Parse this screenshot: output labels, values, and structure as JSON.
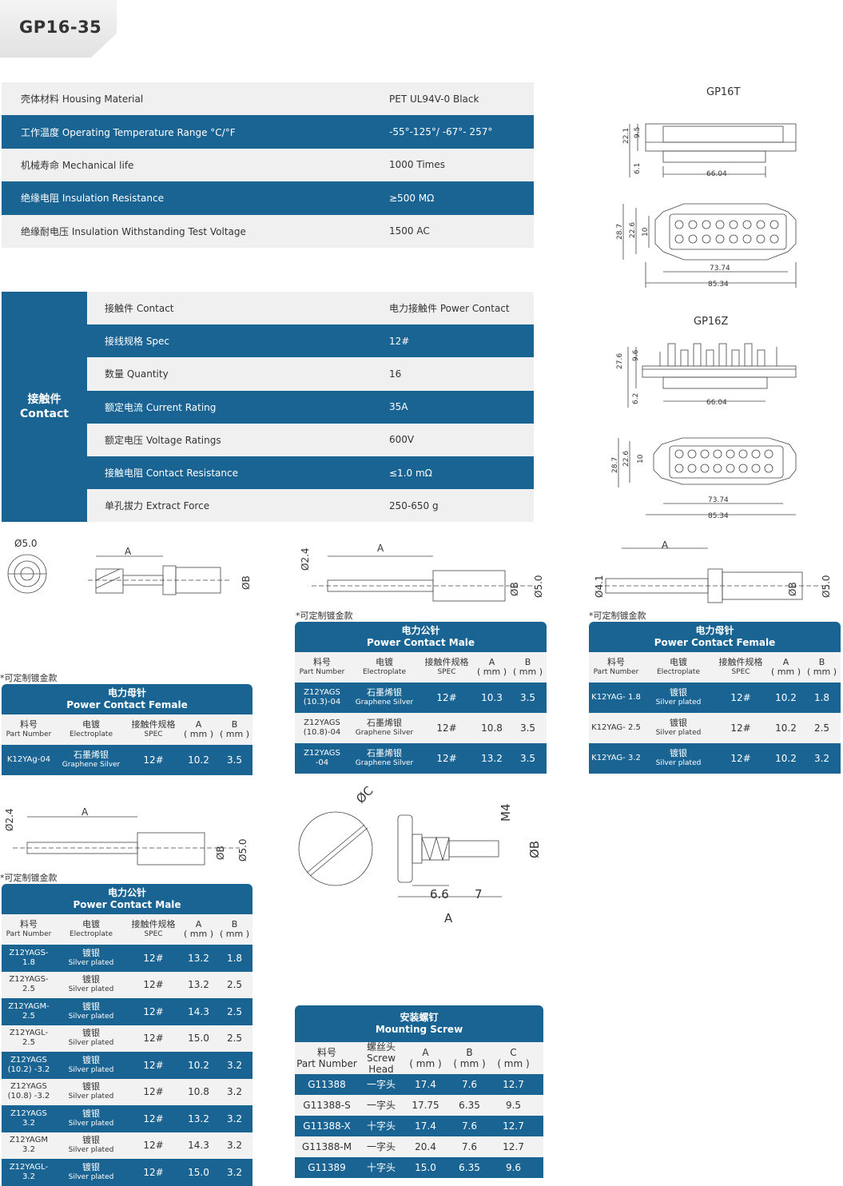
{
  "title": "GP16-35",
  "general_specs": [
    {
      "label": "壳体材料 Housing Material",
      "value": "PET UL94V-0 Black"
    },
    {
      "label": "工作温度 Operating Temperature Range °C/°F",
      "value": "-55°-125°/ -67°- 257°"
    },
    {
      "label": "机械寿命 Mechanical life",
      "value": "1000 Times"
    },
    {
      "label": "绝缘电阻 Insulation Resistance",
      "value": "≥500 MΩ"
    },
    {
      "label": "绝缘耐电压 Insulation Withstanding Test Voltage",
      "value": "1500 AC"
    }
  ],
  "contact_group_label": {
    "cn": "接触件",
    "en": "Contact"
  },
  "contact_specs": [
    {
      "label": "接触件 Contact",
      "value": "电力接触件 Power Contact"
    },
    {
      "label": "接线规格 Spec",
      "value": "12#"
    },
    {
      "label": "数量 Quantity",
      "value": "16"
    },
    {
      "label": "额定电流 Current Rating",
      "value": "35A"
    },
    {
      "label": "额定电压 Voltage Ratings",
      "value": "600V"
    },
    {
      "label": "接触电阻 Contact Resistance",
      "value": "≤1.0 mΩ"
    },
    {
      "label": "单孔拔力 Extract Force",
      "value": "250-650 g"
    }
  ],
  "drawings": {
    "gp16t": {
      "label": "GP16T",
      "dims": [
        "22.1",
        "9.5",
        "6.1",
        "66.04",
        "28.7",
        "22.6",
        "10",
        "73.74",
        "85.34"
      ]
    },
    "gp16z": {
      "label": "GP16Z",
      "dims": [
        "27.6",
        "9.6",
        "6.2",
        "66.04",
        "28.7",
        "22.6",
        "10",
        "73.74",
        "85.34"
      ]
    },
    "female_small": {
      "d1": "Ø5.0",
      "a": "A",
      "b": "ØB"
    },
    "male_mid": {
      "d1": "Ø2.4",
      "a": "A",
      "b": "ØB",
      "d2": "Ø5.0"
    },
    "female_right": {
      "d1": "Ø4.1",
      "a": "A",
      "b": "ØB",
      "d2": "Ø5.0"
    },
    "male_left": {
      "d1": "Ø2.4",
      "a": "A",
      "b": "ØB",
      "d2": "Ø5.0"
    },
    "screw": {
      "c": "ØC",
      "m": "M4",
      "b": "ØB",
      "d1": "6.6",
      "d2": "7",
      "a": "A"
    }
  },
  "custom_note": "*可定制镀金款",
  "col_headers": {
    "pn_cn": "料号",
    "pn_en": "Part Number",
    "ep_cn": "电镀",
    "ep_en": "Electroplate",
    "spec_cn": "接触件规格",
    "spec_en": "SPEC",
    "a": "A",
    "b": "B",
    "mm": "( mm )"
  },
  "table_female_left": {
    "title_cn": "电力母针",
    "title_en": "Power Contact Female",
    "rows": [
      {
        "pn": "K12YAg-04",
        "ep_cn": "石墨烯银",
        "ep_en": "Graphene Silver",
        "spec": "12#",
        "a": "10.2",
        "b": "3.5"
      }
    ]
  },
  "table_male_mid": {
    "title_cn": "电力公针",
    "title_en": "Power Contact Male",
    "rows": [
      {
        "pn": "Z12YAGS (10.3)-04",
        "ep_cn": "石墨烯银",
        "ep_en": "Graphene Silver",
        "spec": "12#",
        "a": "10.3",
        "b": "3.5"
      },
      {
        "pn": "Z12YAGS (10.8)-04",
        "ep_cn": "石墨烯银",
        "ep_en": "Graphene Silver",
        "spec": "12#",
        "a": "10.8",
        "b": "3.5"
      },
      {
        "pn": "Z12YAGS -04",
        "ep_cn": "石墨烯银",
        "ep_en": "Graphene Silver",
        "spec": "12#",
        "a": "13.2",
        "b": "3.5"
      }
    ]
  },
  "table_female_right": {
    "title_cn": "电力母针",
    "title_en": "Power Contact Female",
    "rows": [
      {
        "pn": "K12YAG- 1.8",
        "ep_cn": "镀银",
        "ep_en": "Silver plated",
        "spec": "12#",
        "a": "10.2",
        "b": "1.8"
      },
      {
        "pn": "K12YAG- 2.5",
        "ep_cn": "镀银",
        "ep_en": "Silver plated",
        "spec": "12#",
        "a": "10.2",
        "b": "2.5"
      },
      {
        "pn": "K12YAG- 3.2",
        "ep_cn": "镀银",
        "ep_en": "Silver plated",
        "spec": "12#",
        "a": "10.2",
        "b": "3.2"
      }
    ]
  },
  "table_male_left": {
    "title_cn": "电力公针",
    "title_en": "Power Contact Male",
    "rows": [
      {
        "pn": "Z12YAGS-1.8",
        "ep_cn": "镀银",
        "ep_en": "Silver plated",
        "spec": "12#",
        "a": "13.2",
        "b": "1.8"
      },
      {
        "pn": "Z12YAGS-2.5",
        "ep_cn": "镀银",
        "ep_en": "Silver plated",
        "spec": "12#",
        "a": "13.2",
        "b": "2.5"
      },
      {
        "pn": "Z12YAGM-2.5",
        "ep_cn": "镀银",
        "ep_en": "Silver plated",
        "spec": "12#",
        "a": "14.3",
        "b": "2.5"
      },
      {
        "pn": "Z12YAGL-2.5",
        "ep_cn": "镀银",
        "ep_en": "Silver plated",
        "spec": "12#",
        "a": "15.0",
        "b": "2.5"
      },
      {
        "pn": "Z12YAGS (10.2) -3.2",
        "ep_cn": "镀银",
        "ep_en": "Silver plated",
        "spec": "12#",
        "a": "10.2",
        "b": "3.2"
      },
      {
        "pn": "Z12YAGS (10.8) -3.2",
        "ep_cn": "镀银",
        "ep_en": "Silver plated",
        "spec": "12#",
        "a": "10.8",
        "b": "3.2"
      },
      {
        "pn": "Z12YAGS 3.2",
        "ep_cn": "镀银",
        "ep_en": "Silver plated",
        "spec": "12#",
        "a": "13.2",
        "b": "3.2"
      },
      {
        "pn": "Z12YAGM 3.2",
        "ep_cn": "镀银",
        "ep_en": "Silver plated",
        "spec": "12#",
        "a": "14.3",
        "b": "3.2"
      },
      {
        "pn": "Z12YAGL-3.2",
        "ep_cn": "镀银",
        "ep_en": "Silver plated",
        "spec": "12#",
        "a": "15.0",
        "b": "3.2"
      }
    ]
  },
  "table_screw": {
    "title_cn": "安装螺钉",
    "title_en": "Mounting Screw",
    "head_cn": "螺丝头",
    "head_en": "Screw Head",
    "c": "C",
    "rows": [
      {
        "pn": "G11388",
        "head": "一字头",
        "a": "17.4",
        "b": "7.6",
        "c": "12.7"
      },
      {
        "pn": "G11388-S",
        "head": "一字头",
        "a": "17.75",
        "b": "6.35",
        "c": "9.5"
      },
      {
        "pn": "G11388-X",
        "head": "十字头",
        "a": "17.4",
        "b": "7.6",
        "c": "12.7"
      },
      {
        "pn": "G11388-M",
        "head": "一字头",
        "a": "20.4",
        "b": "7.6",
        "c": "12.7"
      },
      {
        "pn": "G11389",
        "head": "十字头",
        "a": "15.0",
        "b": "6.35",
        "c": "9.6"
      }
    ]
  },
  "colors": {
    "accent": "#1a6494",
    "row_light": "#f0f0f0"
  }
}
